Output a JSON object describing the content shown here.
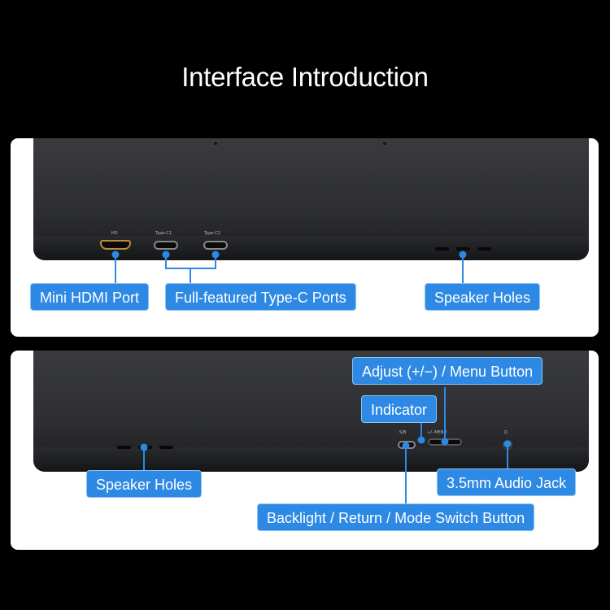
{
  "title": "Interface Introduction",
  "top_panel": {
    "port_labels": {
      "hdmi": "HD",
      "typec1": "Type-C1",
      "typec2": "Type-C2"
    },
    "callouts": {
      "mini_hdmi": "Mini HDMI Port",
      "type_c": "Full-featured Type-C Ports",
      "speaker": "Speaker Holes"
    }
  },
  "bottom_panel": {
    "port_labels": {
      "switch": "S/B",
      "adjust": "+/- MENU",
      "audio": "Ω"
    },
    "callouts": {
      "adjust": "Adjust (+/−) / Menu Button",
      "indicator": "Indicator",
      "speaker": "Speaker Holes",
      "audio": "3.5mm Audio Jack",
      "backlight": "Backlight / Return / Mode Switch Button"
    }
  },
  "colors": {
    "callout_bg": "#2d89e4",
    "line": "#2d89e4",
    "background": "#000000",
    "panel": "#ffffff"
  }
}
